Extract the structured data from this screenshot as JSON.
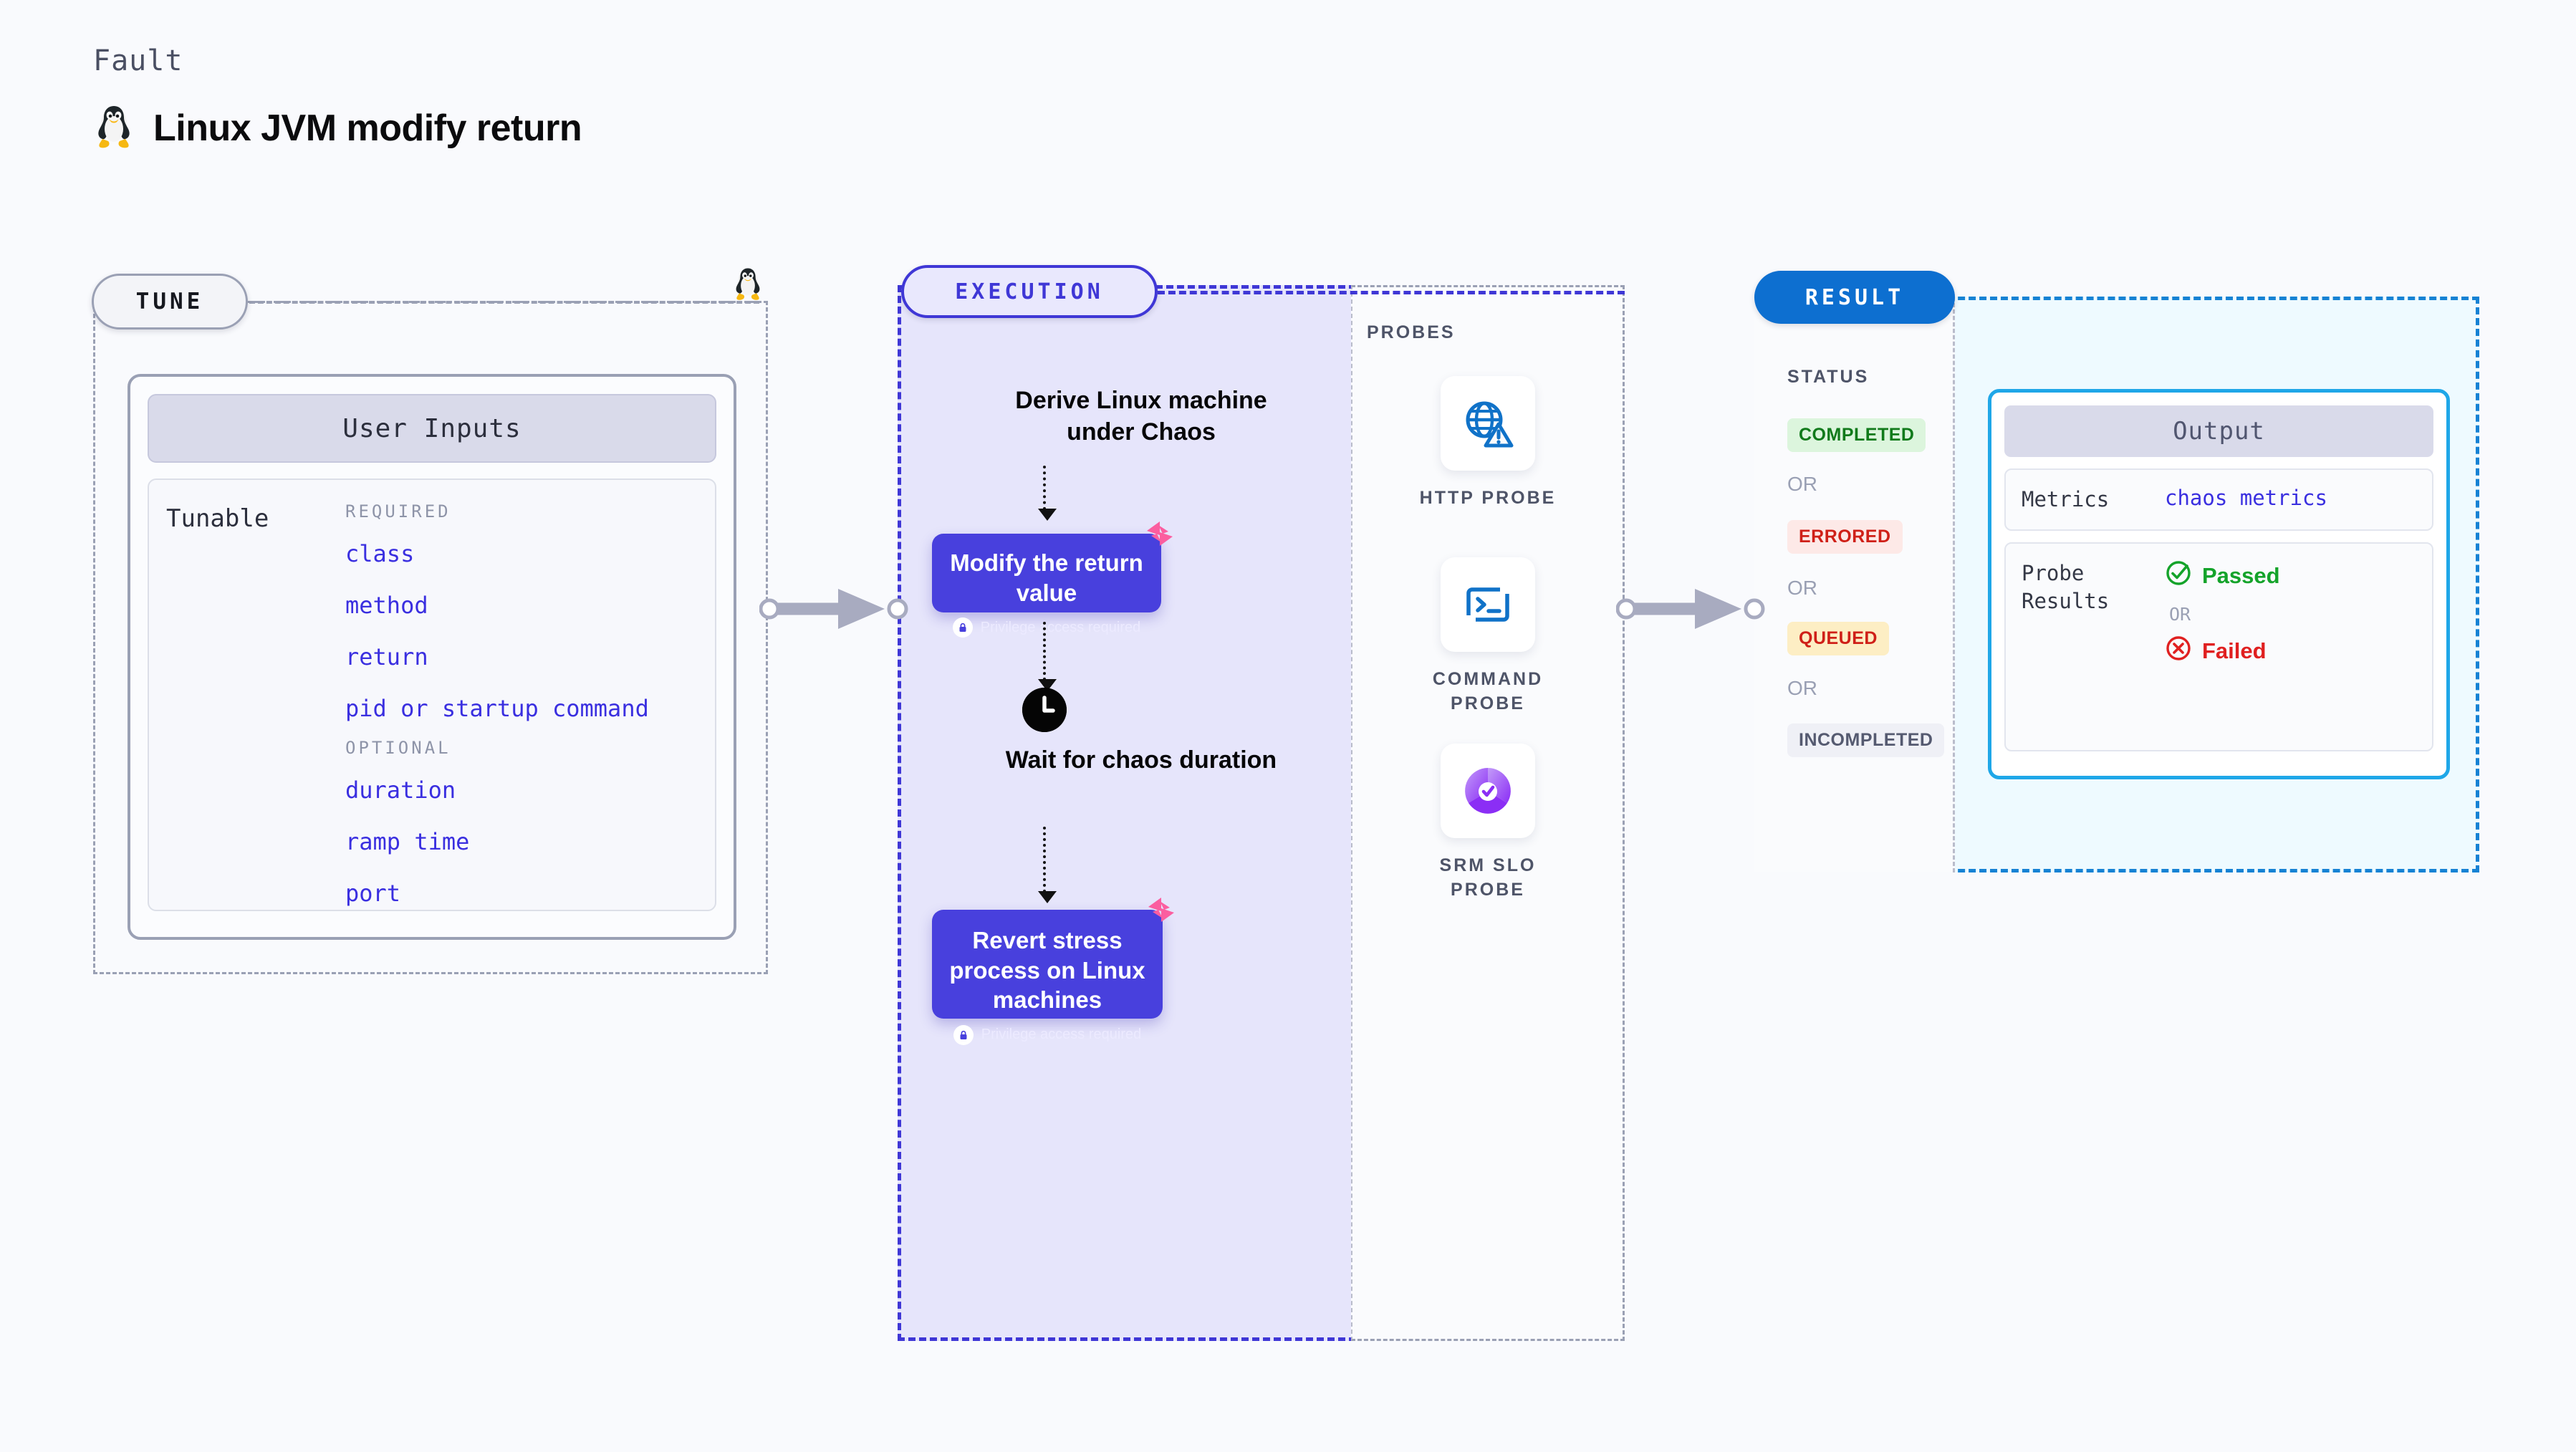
{
  "header": {
    "kicker": "Fault",
    "title": "Linux JVM modify return",
    "icon": "linux-penguin-icon"
  },
  "tune": {
    "badge": "TUNE",
    "card_title": "User Inputs",
    "tunable_label": "Tunable",
    "groups": [
      {
        "heading": "REQUIRED",
        "items": [
          "class",
          "method",
          "return",
          "pid or startup command"
        ]
      },
      {
        "heading": "OPTIONAL",
        "items": [
          "duration",
          "ramp time",
          "port"
        ]
      }
    ]
  },
  "execution": {
    "badge": "EXECUTION",
    "step1_text": "Derive Linux machine under Chaos",
    "card1_title": "Modify the return value",
    "card1_note": "Privilege access required",
    "wait_text": "Wait for chaos duration",
    "card2_title": "Revert stress process on Linux machines",
    "card2_note": "Privilege access required",
    "lock_icon": "lock-icon",
    "clock_icon": "clock-icon",
    "chaos_icon": "chaos-badge-icon"
  },
  "probes": {
    "label": "PROBES",
    "items": [
      {
        "name": "HTTP  PROBE",
        "icon": "globe-warning-icon"
      },
      {
        "name": "COMMAND PROBE",
        "icon": "terminal-icon"
      },
      {
        "name": "SRM  SLO PROBE",
        "icon": "slo-donut-check-icon"
      }
    ]
  },
  "result": {
    "badge": "RESULT",
    "status_label": "STATUS",
    "or_label": "OR",
    "statuses": [
      {
        "label": "COMPLETED",
        "bg": "#dcf5dd",
        "color": "#117a1b"
      },
      {
        "label": "ERRORED",
        "bg": "#fde9e7",
        "color": "#cf2018"
      },
      {
        "label": "QUEUED",
        "bg": "#fdeec4",
        "color": "#cf2018"
      },
      {
        "label": "INCOMPLETED",
        "bg": "#eff0f6",
        "color": "#555a70"
      }
    ],
    "output": {
      "title": "Output",
      "metrics_key": "Metrics",
      "metrics_value": "chaos metrics",
      "probe_results_key": "Probe Results",
      "passed_label": "Passed",
      "failed_label": "Failed",
      "or_label": "OR",
      "passed_icon": "check-circle-icon",
      "failed_icon": "x-circle-icon"
    }
  },
  "colors": {
    "background": "#f9fafd",
    "tune_border": "#9aa0b4",
    "execution": "#3f37d6",
    "execution_fill": "#e6e5fb",
    "card_purple": "#4840dd",
    "result_blue": "#1682d4",
    "result_pill": "#0d6fd0",
    "output_border": "#1fa7e8",
    "output_fill": "#eefaff",
    "chaos_pink": "#fb5ea0",
    "mono_blue": "#3a2fe0",
    "probe_blue": "#1072c8",
    "slo_purple": "#8b35f0",
    "pass_green": "#14a32a",
    "fail_red": "#e02020"
  }
}
